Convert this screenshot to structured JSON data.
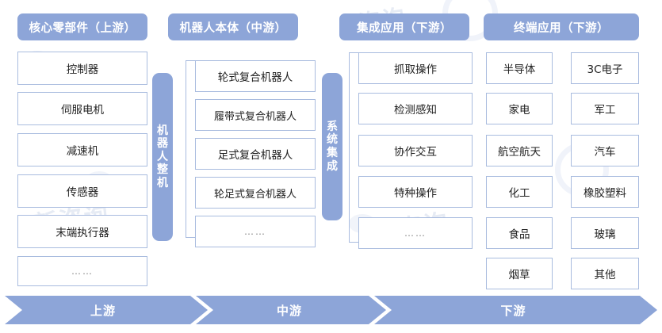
{
  "theme": {
    "accent": "#8da5d8",
    "box_border": "#a9bcdf",
    "box_fill": "#ffffff",
    "text": "#222222",
    "header_text": "#ffffff",
    "watermark": "#c9d3e8"
  },
  "headers": [
    {
      "label": "核心零部件（上游）",
      "name": "header-upstream"
    },
    {
      "label": "机器人本体（中游）",
      "name": "header-midstream"
    },
    {
      "label": "集成应用（下游）",
      "name": "header-integrated"
    },
    {
      "label": "终端应用（下游）",
      "name": "header-terminal"
    }
  ],
  "columns": {
    "upstream": {
      "items": [
        "控制器",
        "伺服电机",
        "减速机",
        "传感器",
        "末端执行器",
        "……"
      ]
    },
    "robot_body_pill": "机器人整机",
    "midstream": {
      "items": [
        "轮式复合机器人",
        "履带式复合机器人",
        "足式复合机器人",
        "轮足式复合机器人",
        "……"
      ]
    },
    "system_integration_pill": "系统集成",
    "integrated": {
      "items": [
        "抓取操作",
        "检测感知",
        "协作交互",
        "特种操作",
        "……"
      ]
    },
    "terminal_left": {
      "items": [
        "半导体",
        "家电",
        "航空航天",
        "化工",
        "食品",
        "烟草"
      ]
    },
    "terminal_right": {
      "items": [
        "3C电子",
        "军工",
        "汽车",
        "橡胶塑料",
        "玻璃",
        "其他"
      ]
    }
  },
  "flow_bar": [
    {
      "label": "上游",
      "name": "flow-arrow-upstream"
    },
    {
      "label": "中游",
      "name": "flow-arrow-midstream"
    },
    {
      "label": "下游",
      "name": "flow-arrow-downstream"
    }
  ],
  "watermarks": {
    "text_a": "新咨询",
    "text_b": "咨询",
    "text_c": "新咨询"
  }
}
